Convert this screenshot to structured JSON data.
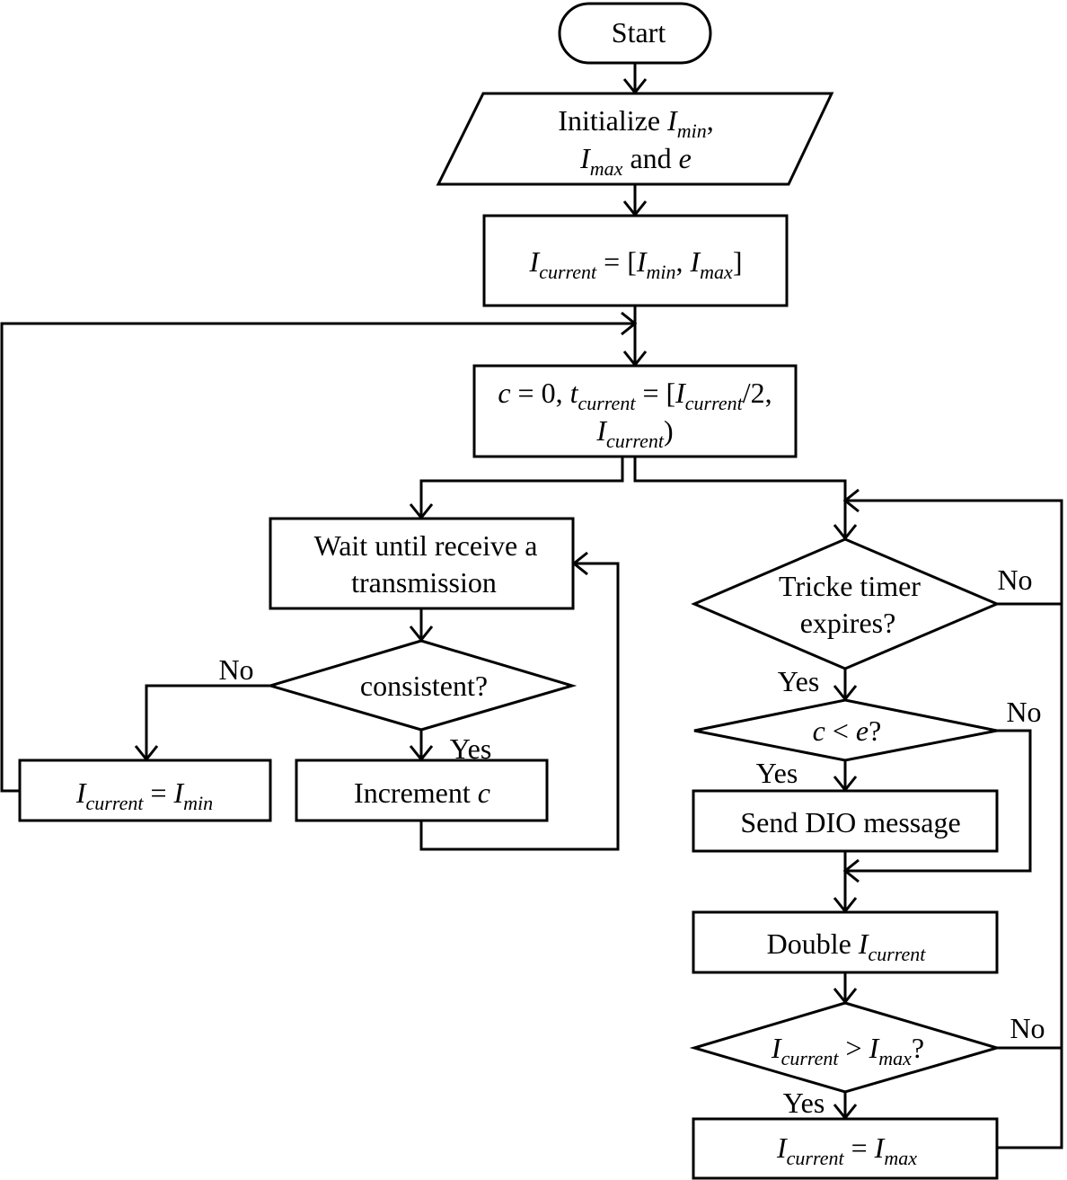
{
  "nodes": {
    "start": {
      "text": "Start"
    },
    "init": {
      "line1_prefix": "Initialize ",
      "line1_sym": "I",
      "line1_sub": "min",
      "line1_suffix": ",",
      "line2_sym": "I",
      "line2_sub": "max",
      "line2_mid": " and ",
      "line2_var": "e"
    },
    "set_interval": {
      "lhs_sym": "I",
      "lhs_sub": "current",
      "eq": " = [",
      "a_sym": "I",
      "a_sub": "min",
      "sep": ", ",
      "b_sym": "I",
      "b_sub": "max",
      "close": "]"
    },
    "reset": {
      "c_var": "c",
      "c_eq": " = 0, ",
      "t_sym": "t",
      "t_sub": "current",
      "t_eq": " = [",
      "i_sym": "I",
      "i_sub": "current",
      "i_half": "/2,",
      "line2_sym": "I",
      "line2_sub": "current",
      "line2_close": ")"
    },
    "wait": {
      "line1": "Wait until receive a",
      "line2": "transmission"
    },
    "consistent": {
      "text": "consistent?"
    },
    "set_min": {
      "lhs_sym": "I",
      "lhs_sub": "current",
      "eq": " = ",
      "rhs_sym": "I",
      "rhs_sub": "min"
    },
    "increment": {
      "prefix": "Increment ",
      "var": "c"
    },
    "timer": {
      "line1": "Tricke timer",
      "line2": "expires?"
    },
    "c_lt_e": {
      "a": "c",
      "op": " < ",
      "b": "e",
      "q": "?"
    },
    "send_dio": {
      "text": "Send DIO message"
    },
    "double": {
      "prefix": "Double ",
      "sym": "I",
      "sub": "current"
    },
    "gt_max": {
      "lhs_sym": "I",
      "lhs_sub": "current",
      "op": " > ",
      "rhs_sym": "I",
      "rhs_sub": "max",
      "q": "?"
    },
    "set_max": {
      "lhs_sym": "I",
      "lhs_sub": "current",
      "eq": " = ",
      "rhs_sym": "I",
      "rhs_sub": "max"
    }
  },
  "edge_labels": {
    "consistent_no": "No",
    "consistent_yes": "Yes",
    "timer_no": "No",
    "timer_yes": "Yes",
    "c_lt_e_no": "No",
    "c_lt_e_yes": "Yes",
    "gt_max_no": "No",
    "gt_max_yes": "Yes"
  }
}
